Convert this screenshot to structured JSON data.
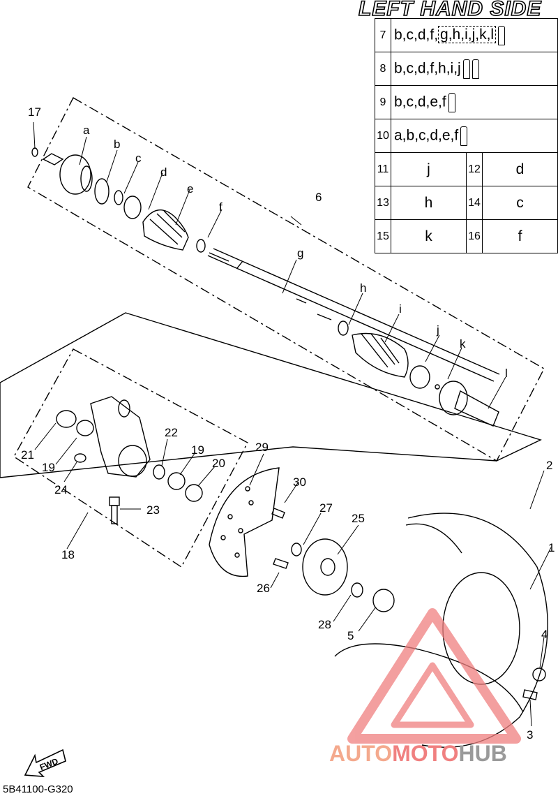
{
  "header": {
    "side_title": "LEFT HAND SIDE"
  },
  "kit_table": {
    "rows": [
      {
        "num": "7",
        "contents_plain": "b,c,d,f",
        "contents_boxed": "g,h,i,j,k,l",
        "tube_count": 1
      },
      {
        "num": "8",
        "contents_plain": "b,c,d,f,h,i,j",
        "tube_count": 2
      },
      {
        "num": "9",
        "contents_plain": "b,c,d,e,f",
        "tube_count": 1
      },
      {
        "num": "10",
        "contents_plain": "a,b,c,d,e,f",
        "tube_count": 1
      }
    ],
    "pairs": [
      {
        "left_num": "11",
        "left_val": "j",
        "right_num": "12",
        "right_val": "d"
      },
      {
        "left_num": "13",
        "left_val": "h",
        "right_num": "14",
        "right_val": "c"
      },
      {
        "left_num": "15",
        "left_val": "k",
        "right_num": "16",
        "right_val": "f"
      }
    ]
  },
  "labels": {
    "l17": "17",
    "la": "a",
    "lb": "b",
    "lc": "c",
    "ld": "d",
    "le": "e",
    "lf": "f",
    "l6": "6",
    "lg": "g",
    "lh": "h",
    "li": "i",
    "lj": "j",
    "lk": "k",
    "ll": "l",
    "l2": "2",
    "l1": "1",
    "l4": "4",
    "l3": "3",
    "l21": "21",
    "l19a": "19",
    "l24": "24",
    "l22": "22",
    "l19b": "19",
    "l20": "20",
    "l23": "23",
    "l18": "18",
    "l29": "29",
    "l30": "30",
    "l27": "27",
    "l25": "25",
    "l26": "26",
    "l28": "28",
    "l5": "5"
  },
  "footer": {
    "code": "5B41100-G320",
    "fwd": "FWD"
  },
  "watermark": {
    "part1": "AUTO",
    "part2": "MOTO",
    "part3": "HUB",
    "color_primary": "#f08080",
    "color_secondary": "#9a9a9a"
  }
}
